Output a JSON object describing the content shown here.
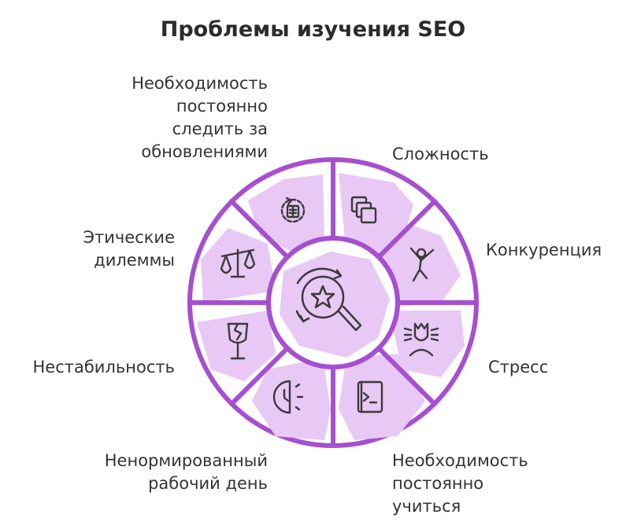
{
  "title": "Проблемы изучения SEO",
  "center": {
    "icon": "star-magnifier-refresh-icon"
  },
  "colors": {
    "ring": "#a64fd0",
    "fill": "#e8c8f4",
    "icon": "#3a3a3a",
    "text": "#333333"
  },
  "segments": [
    {
      "label": "Сложность",
      "icon": "layers-icon"
    },
    {
      "label": "Конкуренция",
      "icon": "person-cheering-icon"
    },
    {
      "label": "Стресс",
      "icon": "stressed-person-icon"
    },
    {
      "label": "Необходимость\nпостоянно\nучиться",
      "icon": "book-icon"
    },
    {
      "label": "Ненормированный\nрабочий день",
      "icon": "half-clock-icon"
    },
    {
      "label": "Нестабильность",
      "icon": "broken-glass-icon"
    },
    {
      "label": "Этические\nдилеммы",
      "icon": "scales-icon"
    },
    {
      "label": "Необходимость\nпостоянно\nследить за\nобновлениями",
      "icon": "refresh-news-icon"
    }
  ]
}
